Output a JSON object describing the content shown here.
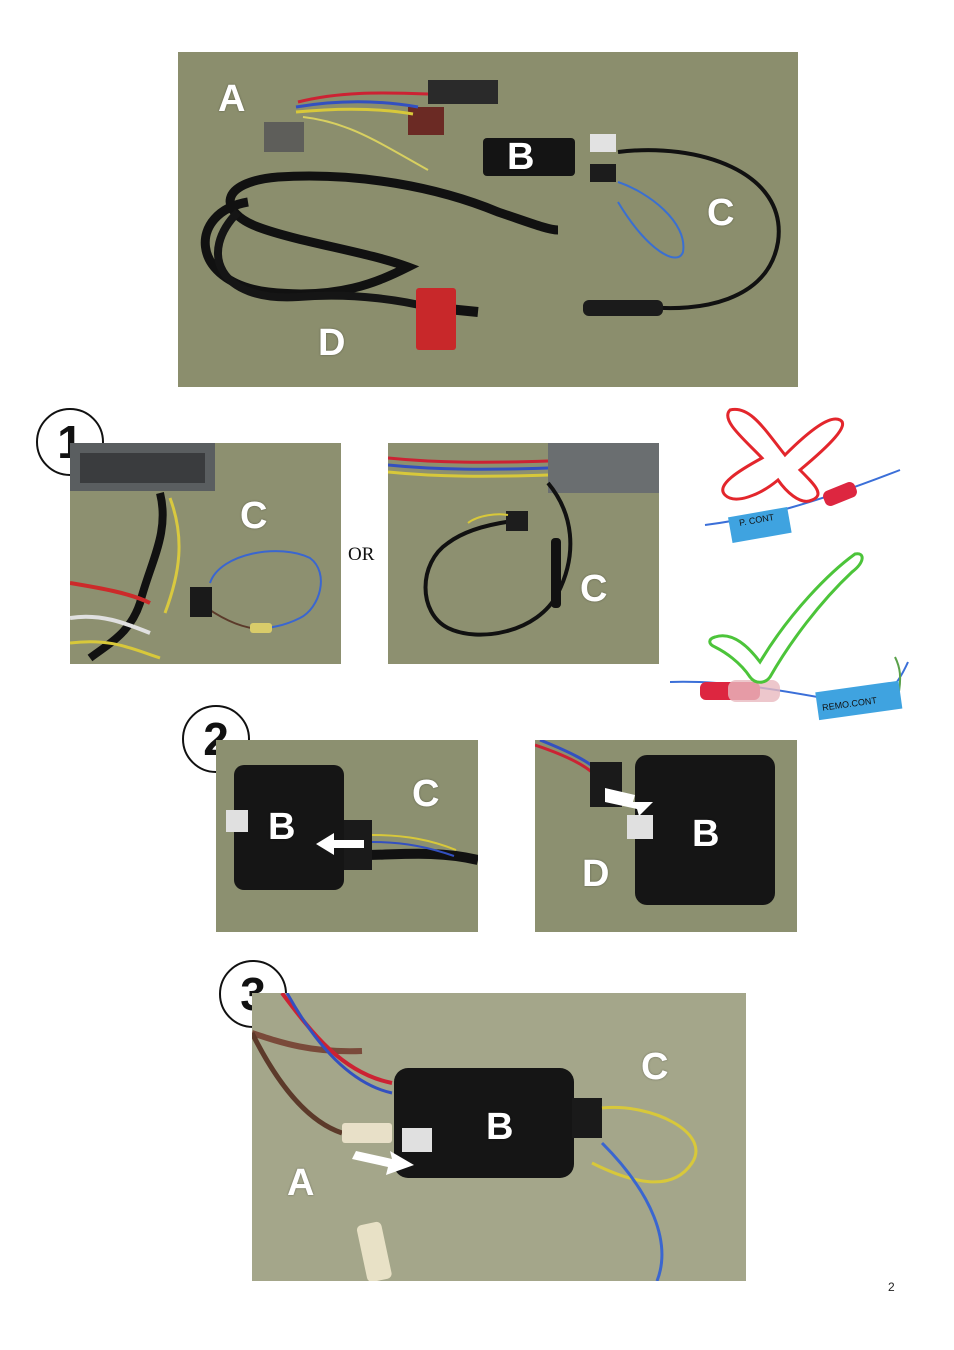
{
  "top_photo": {
    "labels": {
      "a": "A",
      "b": "B",
      "c": "C",
      "d": "D"
    }
  },
  "step1": {
    "number": "1",
    "photo_left_label": "C",
    "or_text": "OR",
    "photo_right_label": "C",
    "wrong_tag": "P. CONT",
    "right_tag": "REMO.CONT"
  },
  "step2": {
    "number": "2",
    "photo_left": {
      "label_b": "B",
      "label_c": "C"
    },
    "photo_right": {
      "label_b": "B",
      "label_d": "D"
    }
  },
  "step3": {
    "number": "3",
    "labels": {
      "a": "A",
      "b": "B",
      "c": "C"
    }
  },
  "page_number": "2",
  "colors": {
    "photo_background": "#8c8f6e",
    "wrong_mark": "#e3262c",
    "right_mark": "#4cc43a",
    "tag_blue": "#3fa3e0"
  }
}
